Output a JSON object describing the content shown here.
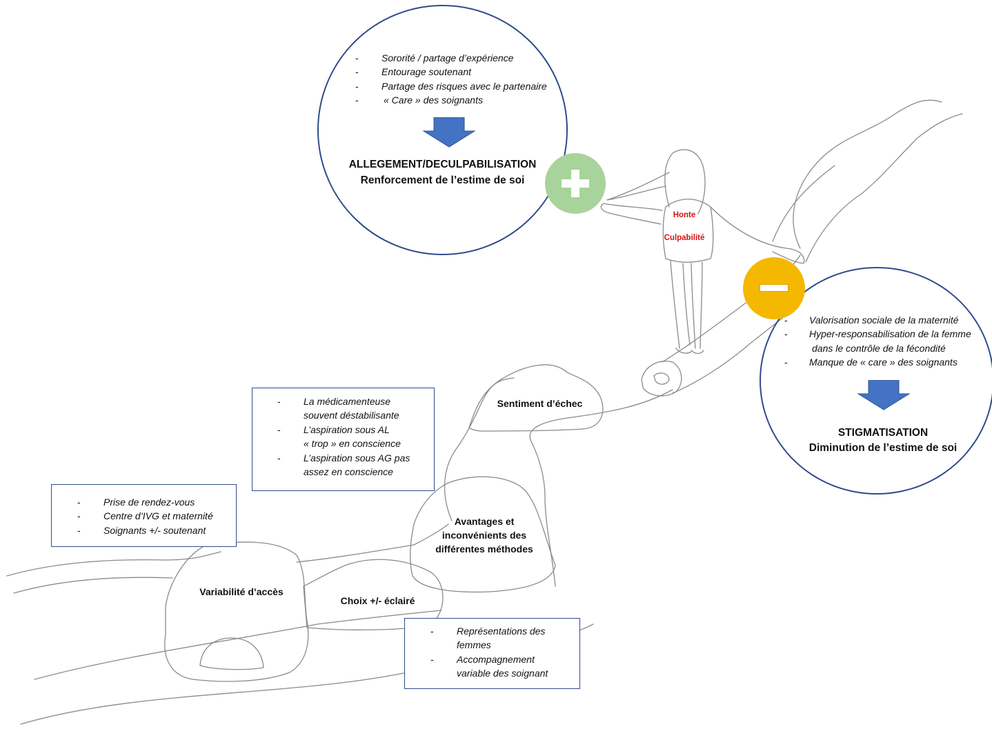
{
  "top_circle": {
    "items": [
      "Sororité / partage d’expérience",
      "Entourage soutenant",
      "Partage des risques avec le partenaire",
      "« Care » des soignants"
    ],
    "title": "ALLEGEMENT/DECULPABILISATION",
    "subtitle": "Renforcement de l’estime de soi"
  },
  "plus_badge": {
    "symbol": "+",
    "color": "#a8d39a"
  },
  "minus_badge": {
    "color": "#f5b800"
  },
  "backpack": {
    "label_1": "Honte",
    "label_2": "Culpabilité",
    "label_color": "#d11414"
  },
  "right_circle": {
    "items": [
      "Valorisation sociale de la maternité",
      "Hyper-responsabilisation de la femme",
      "dans le contrôle de la fécondité",
      "Manque de « care » des soignants"
    ],
    "title": "STIGMATISATION",
    "subtitle": "Diminution de l’estime de soi"
  },
  "stones": {
    "echec": "Sentiment d’échec",
    "avantages": "Avantages et inconvénients des différentes méthodes",
    "acces": "Variabilité d’accès",
    "choix": "Choix +/- éclairé"
  },
  "box_methods": {
    "items": [
      "La médicamenteuse",
      "souvent déstabilisante",
      "L’aspiration sous AL",
      "« trop » en conscience",
      "L’aspiration sous AG pas",
      "assez en conscience"
    ]
  },
  "box_access": {
    "items": [
      "Prise de rendez-vous",
      "Centre d’IVG et maternité",
      "Soignants +/- soutenant"
    ]
  },
  "box_repr": {
    "items": [
      "Représentations des",
      "femmes",
      "Accompagnement",
      "variable des soignant"
    ]
  },
  "arrow_color": "#4472c4"
}
